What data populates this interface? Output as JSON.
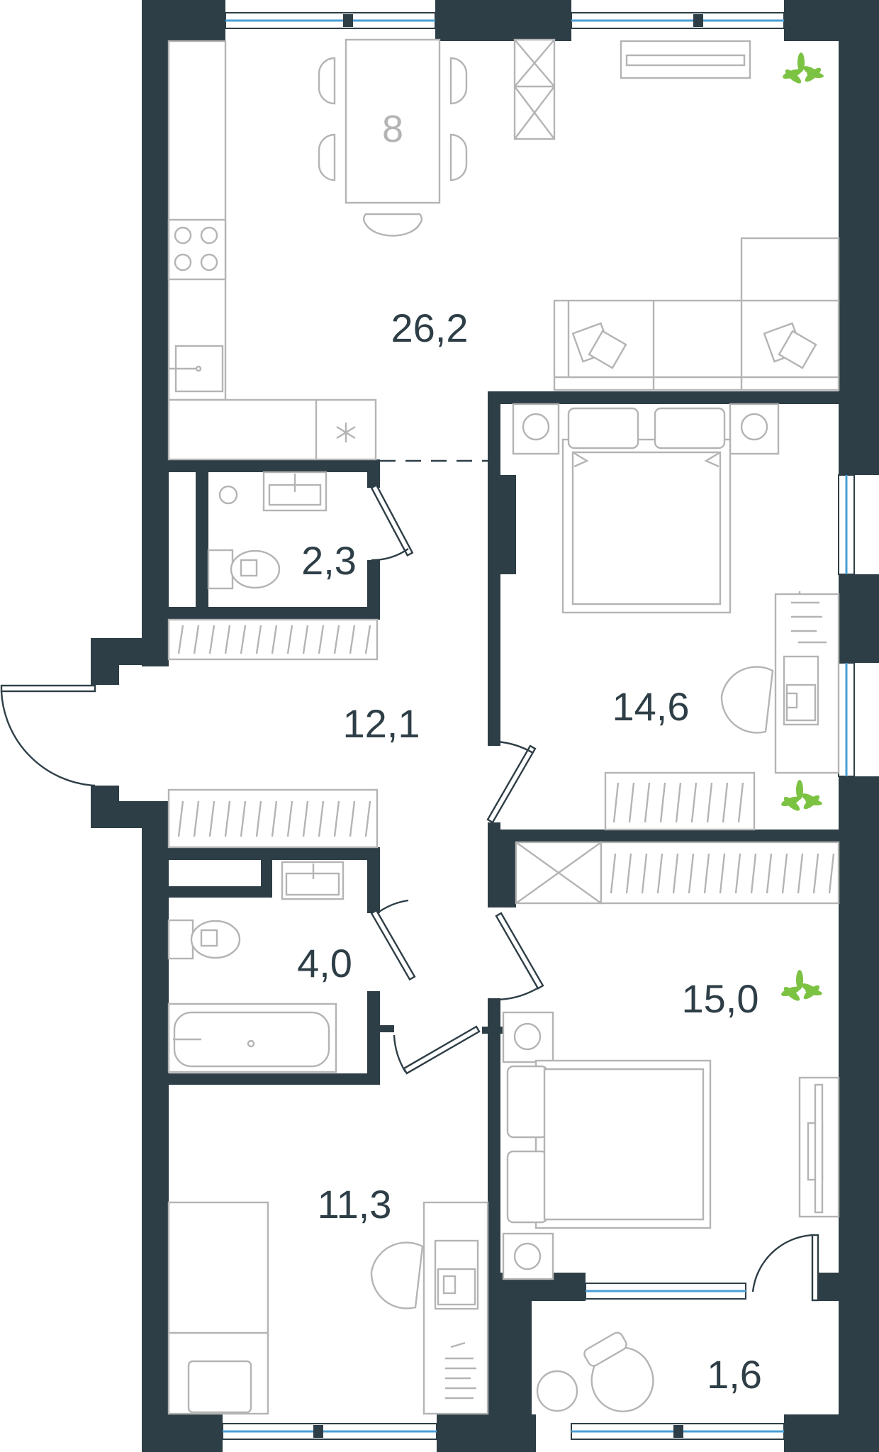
{
  "plan": {
    "rooms": [
      {
        "id": "kitchen-living",
        "area": "26,2"
      },
      {
        "id": "wc",
        "area": "2,3"
      },
      {
        "id": "hall",
        "area": "12,1"
      },
      {
        "id": "bedroom-1",
        "area": "14,6"
      },
      {
        "id": "bathroom",
        "area": "4,0"
      },
      {
        "id": "bedroom-2",
        "area": "15,0"
      },
      {
        "id": "bedroom-3",
        "area": "11,3"
      },
      {
        "id": "balcony",
        "area": "1,6"
      }
    ],
    "dining_table_seats": "8"
  },
  "colors": {
    "walls": "#2e3e46",
    "furniture": "#b4b4b4",
    "windows": "#4a9fd4",
    "plants": "#7cc243"
  }
}
